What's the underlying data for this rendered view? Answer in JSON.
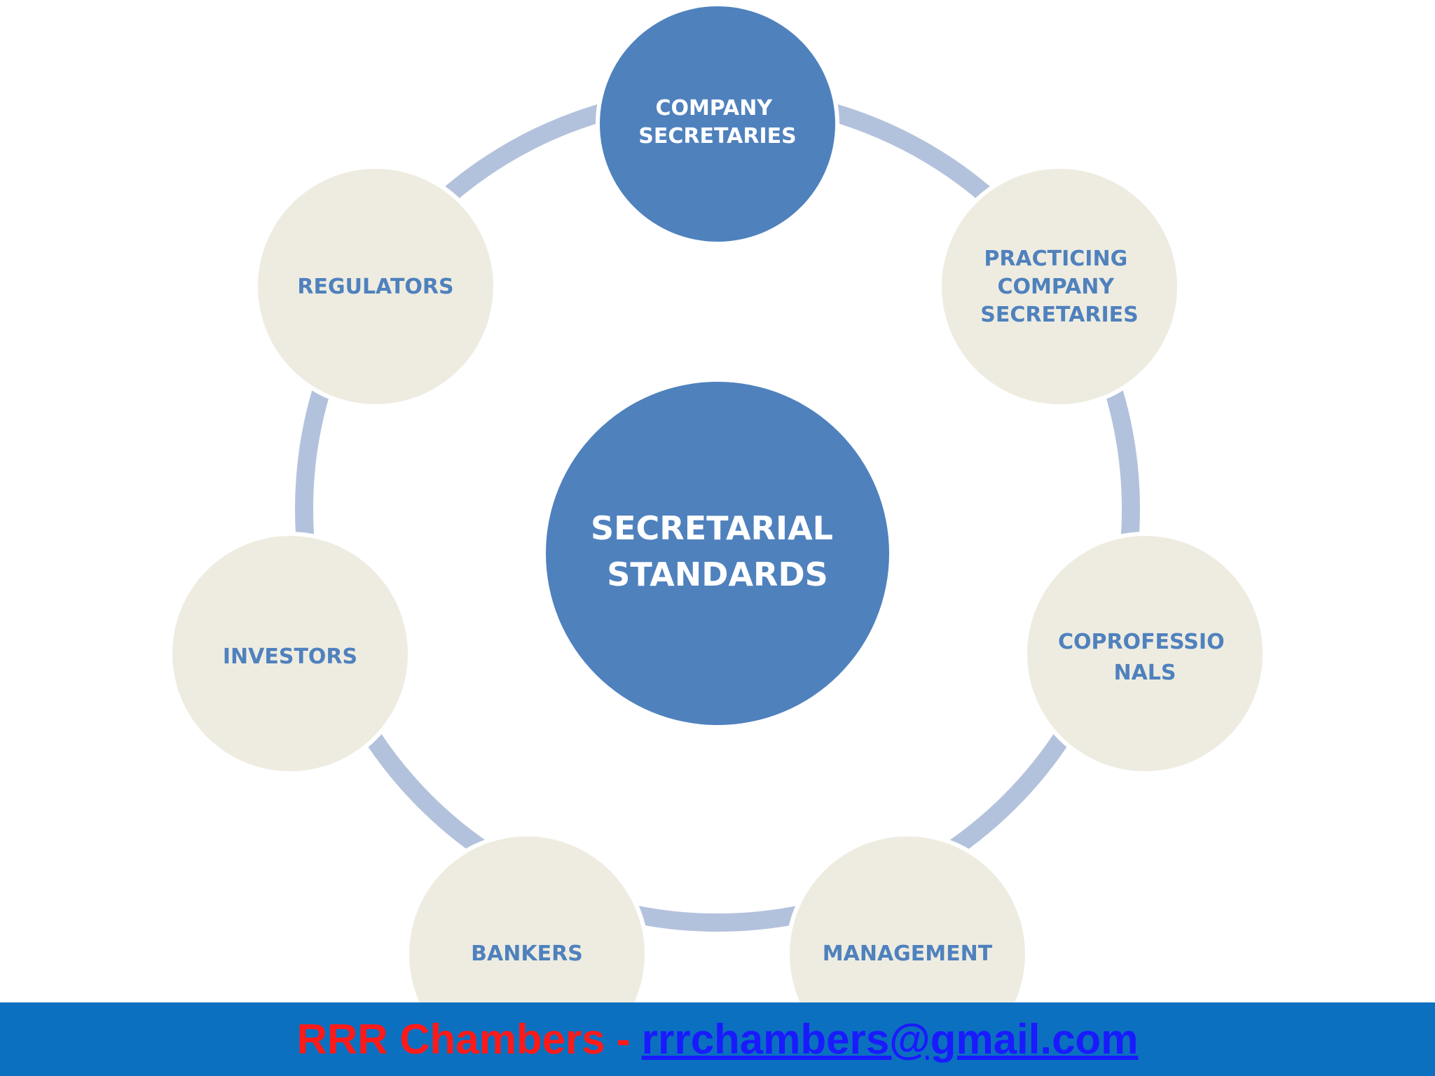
{
  "diagram": {
    "center": {
      "lines": [
        "SECRETARIAL",
        "STANDARDS"
      ]
    },
    "nodes": [
      {
        "id": "company-secretaries",
        "lines": [
          "COMPANY",
          "SECRETARIES"
        ],
        "highlight": true
      },
      {
        "id": "practicing-company-secretaries",
        "lines": [
          "PRACTICING",
          "COMPANY",
          "SECRETARIES"
        ]
      },
      {
        "id": "coprofessionals",
        "lines": [
          "COPROFESSIO",
          "NALS"
        ]
      },
      {
        "id": "management",
        "lines": [
          "MANAGEMENT"
        ]
      },
      {
        "id": "bankers",
        "lines": [
          "BANKERS"
        ]
      },
      {
        "id": "investors",
        "lines": [
          "INVESTORS"
        ]
      },
      {
        "id": "regulators",
        "lines": [
          "REGULATORS"
        ]
      }
    ]
  },
  "footer": {
    "org": "RRR Chambers",
    "separator": "-",
    "email": "rrrchambers@gmail.com"
  },
  "colors": {
    "dark_blue": "#4f81bd",
    "ring": "#b3c2dc",
    "satellite_fill": "#eeece1",
    "footer_bg": "#0b70c0",
    "footer_red": "#ff1a1a",
    "footer_link": "#1a1aff"
  }
}
